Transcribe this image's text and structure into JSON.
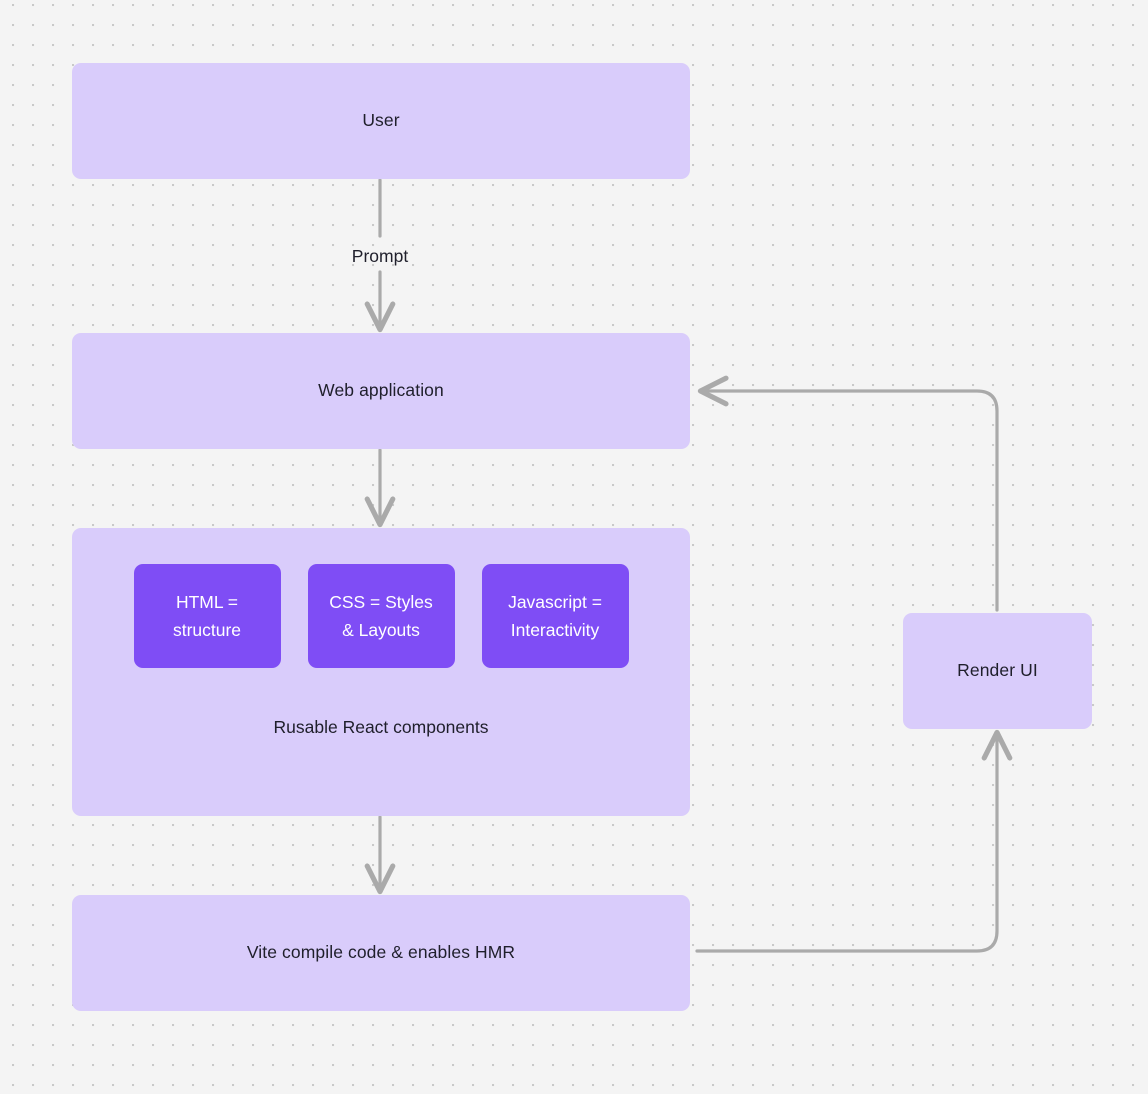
{
  "diagram": {
    "type": "flowchart",
    "background": "#f4f4f4",
    "node_fill": "#d9ccfb",
    "chip_fill": "#7f4df5",
    "edge_color": "#aaaaaa",
    "text_color": "#1f1f2b",
    "nodes": [
      {
        "id": "user",
        "label": "User"
      },
      {
        "id": "webapp",
        "label": "Web application"
      },
      {
        "id": "react",
        "caption": "Rusable React components",
        "chips": [
          {
            "id": "html",
            "line1": "HTML =",
            "line2": "structure"
          },
          {
            "id": "css",
            "line1": "CSS = Styles",
            "line2": "& Layouts"
          },
          {
            "id": "js",
            "line1": "Javascript =",
            "line2": "Interactivity"
          }
        ]
      },
      {
        "id": "vite",
        "label": "Vite compile code & enables HMR"
      },
      {
        "id": "render",
        "label": "Render UI"
      }
    ],
    "edges": [
      {
        "from": "user",
        "to": "webapp",
        "label": "Prompt"
      },
      {
        "from": "webapp",
        "to": "react",
        "label": ""
      },
      {
        "from": "react",
        "to": "vite",
        "label": ""
      },
      {
        "from": "vite",
        "to": "render",
        "label": ""
      },
      {
        "from": "render",
        "to": "webapp",
        "label": ""
      }
    ]
  }
}
